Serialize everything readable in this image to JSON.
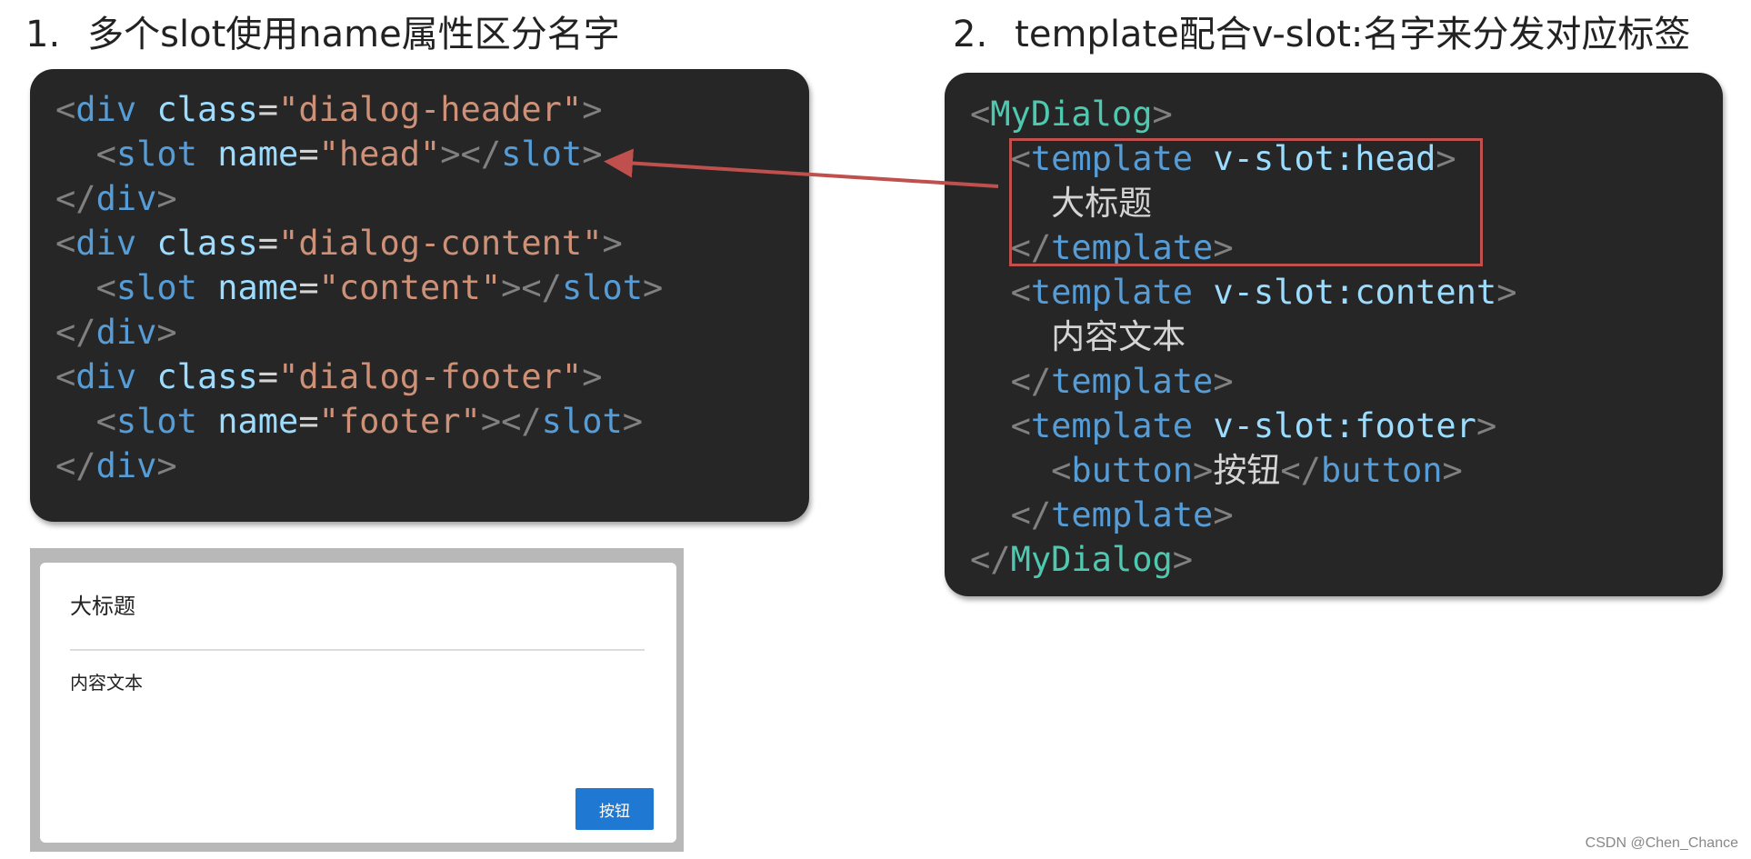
{
  "headings": [
    {
      "num": "1.",
      "text": "多个slot使用name属性区分名字"
    },
    {
      "num": "2.",
      "text": "template配合v-slot:名字来分发对应标签"
    }
  ],
  "code_left": {
    "lines": [
      [
        [
          "punct",
          "<"
        ],
        [
          "tag",
          "div"
        ],
        [
          "text",
          " "
        ],
        [
          "attr",
          "class"
        ],
        [
          "eq",
          "="
        ],
        [
          "str",
          "\"dialog-header\""
        ],
        [
          "punct",
          ">"
        ]
      ],
      [
        [
          "text",
          "  "
        ],
        [
          "punct",
          "<"
        ],
        [
          "tag",
          "slot"
        ],
        [
          "text",
          " "
        ],
        [
          "attr",
          "name"
        ],
        [
          "eq",
          "="
        ],
        [
          "str",
          "\"head\""
        ],
        [
          "punct",
          "></"
        ],
        [
          "tag",
          "slot"
        ],
        [
          "punct",
          ">"
        ]
      ],
      [
        [
          "punct",
          "</"
        ],
        [
          "tag",
          "div"
        ],
        [
          "punct",
          ">"
        ]
      ],
      [
        [
          "punct",
          "<"
        ],
        [
          "tag",
          "div"
        ],
        [
          "text",
          " "
        ],
        [
          "attr",
          "class"
        ],
        [
          "eq",
          "="
        ],
        [
          "str",
          "\"dialog-content\""
        ],
        [
          "punct",
          ">"
        ]
      ],
      [
        [
          "text",
          "  "
        ],
        [
          "punct",
          "<"
        ],
        [
          "tag",
          "slot"
        ],
        [
          "text",
          " "
        ],
        [
          "attr",
          "name"
        ],
        [
          "eq",
          "="
        ],
        [
          "str",
          "\"content\""
        ],
        [
          "punct",
          "></"
        ],
        [
          "tag",
          "slot"
        ],
        [
          "punct",
          ">"
        ]
      ],
      [
        [
          "punct",
          "</"
        ],
        [
          "tag",
          "div"
        ],
        [
          "punct",
          ">"
        ]
      ],
      [
        [
          "punct",
          "<"
        ],
        [
          "tag",
          "div"
        ],
        [
          "text",
          " "
        ],
        [
          "attr",
          "class"
        ],
        [
          "eq",
          "="
        ],
        [
          "str",
          "\"dialog-footer\""
        ],
        [
          "punct",
          ">"
        ]
      ],
      [
        [
          "text",
          "  "
        ],
        [
          "punct",
          "<"
        ],
        [
          "tag",
          "slot"
        ],
        [
          "text",
          " "
        ],
        [
          "attr",
          "name"
        ],
        [
          "eq",
          "="
        ],
        [
          "str",
          "\"footer\""
        ],
        [
          "punct",
          "></"
        ],
        [
          "tag",
          "slot"
        ],
        [
          "punct",
          ">"
        ]
      ],
      [
        [
          "punct",
          "</"
        ],
        [
          "tag",
          "div"
        ],
        [
          "punct",
          ">"
        ]
      ]
    ]
  },
  "code_right": {
    "lines": [
      [
        [
          "punct",
          "<"
        ],
        [
          "comp",
          "MyDialog"
        ],
        [
          "punct",
          ">"
        ]
      ],
      [
        [
          "text",
          "  "
        ],
        [
          "punct",
          "<"
        ],
        [
          "tag",
          "template"
        ],
        [
          "text",
          " "
        ],
        [
          "attr",
          "v-slot:head"
        ],
        [
          "punct",
          ">"
        ]
      ],
      [
        [
          "text",
          "    大标题"
        ]
      ],
      [
        [
          "text",
          "  "
        ],
        [
          "punct",
          "</"
        ],
        [
          "tag",
          "template"
        ],
        [
          "punct",
          ">"
        ]
      ],
      [
        [
          "text",
          "  "
        ],
        [
          "punct",
          "<"
        ],
        [
          "tag",
          "template"
        ],
        [
          "text",
          " "
        ],
        [
          "attr",
          "v-slot:content"
        ],
        [
          "punct",
          ">"
        ]
      ],
      [
        [
          "text",
          "    内容文本"
        ]
      ],
      [
        [
          "text",
          "  "
        ],
        [
          "punct",
          "</"
        ],
        [
          "tag",
          "template"
        ],
        [
          "punct",
          ">"
        ]
      ],
      [
        [
          "text",
          "  "
        ],
        [
          "punct",
          "<"
        ],
        [
          "tag",
          "template"
        ],
        [
          "text",
          " "
        ],
        [
          "attr",
          "v-slot:footer"
        ],
        [
          "punct",
          ">"
        ]
      ],
      [
        [
          "text",
          "    "
        ],
        [
          "punct",
          "<"
        ],
        [
          "tag",
          "button"
        ],
        [
          "punct",
          ">"
        ],
        [
          "text",
          "按钮"
        ],
        [
          "punct",
          "</"
        ],
        [
          "tag",
          "button"
        ],
        [
          "punct",
          ">"
        ]
      ],
      [
        [
          "text",
          "  "
        ],
        [
          "punct",
          "</"
        ],
        [
          "tag",
          "template"
        ],
        [
          "punct",
          ">"
        ]
      ],
      [
        [
          "punct",
          "</"
        ],
        [
          "comp",
          "MyDialog"
        ],
        [
          "punct",
          ">"
        ]
      ]
    ]
  },
  "preview": {
    "title": "大标题",
    "content": "内容文本",
    "button_label": "按钮"
  },
  "watermark": "CSDN @Chen_Chance",
  "colors": {
    "code_bg": "#262626",
    "highlight_border": "#c0504d",
    "arrow": "#c0504d",
    "preview_button": "#1f78d1"
  }
}
